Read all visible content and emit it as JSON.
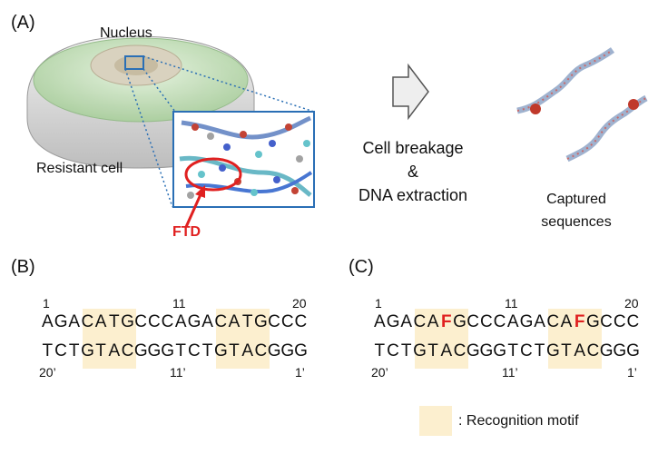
{
  "panels": {
    "a": "(A)",
    "b": "(B)",
    "c": "(C)"
  },
  "labels": {
    "nucleus": "Nucleus",
    "resistant_cell": "Resistant cell",
    "ftd": "FTD",
    "step_line1": "Cell breakage",
    "step_line2": "&",
    "step_line3": "DNA extraction",
    "captured_line1": "Captured",
    "captured_line2": "sequences"
  },
  "sequence_b": {
    "top": "AGACATGCCCAGACATGCCC",
    "bottom": "TCTGTACGGGTCTGTACGGG",
    "top_numbers": [
      "1",
      "11",
      "20"
    ],
    "bottom_numbers": [
      "20’",
      "11’",
      "1’"
    ]
  },
  "sequence_c": {
    "top": "AGACAFGCCCAGACAFGCCC",
    "bottom": "TCTGTACGGGTCTGTACGGG",
    "top_numbers": [
      "1",
      "11",
      "20"
    ],
    "bottom_numbers": [
      "20’",
      "11’",
      "1’"
    ]
  },
  "legend": {
    "text": ": Recognition motif",
    "color": "#fcefcf"
  },
  "colors": {
    "ftd_red": "#e02020",
    "box_blue": "#2a6fb5",
    "cell_green": "#cfe6c6"
  }
}
